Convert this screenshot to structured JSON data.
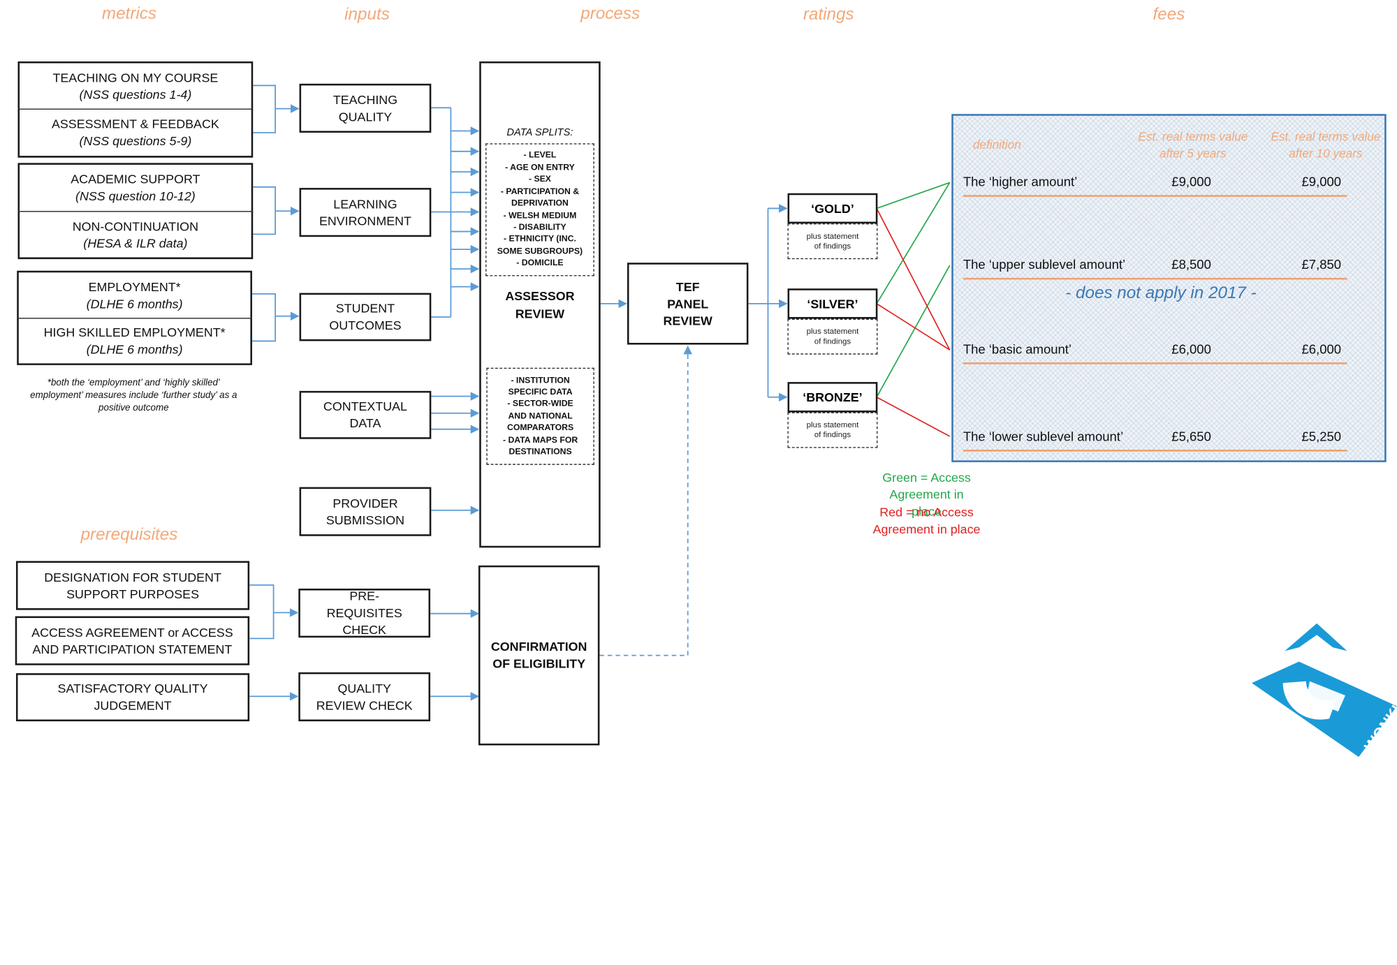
{
  "headers": {
    "metrics": "metrics",
    "inputs": "inputs",
    "process": "process",
    "ratings": "ratings",
    "fees": "fees",
    "prerequisites": "prerequisites"
  },
  "metrics": {
    "teaching": {
      "title": "TEACHING ON MY COURSE",
      "source": "(NSS questions 1-4)"
    },
    "assessment": {
      "title": "ASSESSMENT & FEEDBACK",
      "source": "(NSS questions 5-9)"
    },
    "academic": {
      "title": "ACADEMIC SUPPORT",
      "source": "(NSS question 10-12)"
    },
    "noncontinuation": {
      "title": "NON-CONTINUATION",
      "source": "(HESA & ILR data)"
    },
    "employment": {
      "title": "EMPLOYMENT*",
      "source": "(DLHE 6 months)"
    },
    "highskilled": {
      "title": "HIGH SKILLED EMPLOYMENT*",
      "source": "(DLHE 6 months)"
    },
    "note": "*both the ‘employment’ and ‘highly skilled’ employment’ measures include ‘further study’ as a positive outcome"
  },
  "prereq_boxes": {
    "designation": "DESIGNATION FOR STUDENT SUPPORT PURPOSES",
    "access": "ACCESS AGREEMENT or ACCESS AND PARTICIPATION STATEMENT",
    "quality": "SATISFACTORY QUALITY JUDGEMENT"
  },
  "inputs": {
    "teaching_quality": "TEACHING QUALITY",
    "learning_env": "LEARNING ENVIRONMENT",
    "student_outcomes": "STUDENT OUTCOMES",
    "contextual": "CONTEXTUAL DATA",
    "provider": "PROVIDER SUBMISSION",
    "prereq_check": "PRE-REQUISITES CHECK",
    "quality_check": "QUALITY REVIEW CHECK"
  },
  "process": {
    "data_splits_label": "DATA SPLITS:",
    "data_splits": [
      "- LEVEL",
      "- AGE ON ENTRY",
      "- SEX",
      "- PARTICIPATION &",
      "DEPRIVATION",
      "- WELSH MEDIUM",
      "- DISABILITY",
      "- ETHNICITY (INC.",
      "SOME SUBGROUPS)",
      "- DOMICILE"
    ],
    "assessor_review": "ASSESSOR REVIEW",
    "context_items": [
      "- INSTITUTION",
      "SPECIFIC DATA",
      "- SECTOR-WIDE",
      "AND NATIONAL",
      "COMPARATORS",
      "- DATA MAPS FOR",
      "DESTINATIONS"
    ],
    "confirmation": "CONFIRMATION OF ELIGIBILITY",
    "tef_panel": "TEF PANEL REVIEW"
  },
  "ratings": {
    "gold": "‘GOLD’",
    "silver": "‘SILVER’",
    "bronze": "‘BRONZE’",
    "findings": "plus statement of findings"
  },
  "legend": {
    "green": "Green = Access Agreement in place",
    "red": "Red = no Access Agreement in place",
    "green_color": "#22a64a",
    "red_color": "#e02020"
  },
  "fees": {
    "col_definition": "definition",
    "col_5": "Est. real terms value after 5 years",
    "col_10": "Est. real terms value after 10 years",
    "rows": [
      {
        "label": "The ‘higher amount’",
        "v5": "£9,000",
        "v10": "£9,000"
      },
      {
        "label": "The ‘upper sublevel amount’",
        "v5": "£8,500",
        "v10": "£7,850"
      },
      {
        "label": "The ‘basic amount’",
        "v5": "£6,000",
        "v10": "£6,000"
      },
      {
        "label": "The ‘lower sublevel amount’",
        "v5": "£5,650",
        "v10": "£5,250"
      }
    ],
    "not_apply": "- does not apply in 2017 -"
  },
  "logo": {
    "text": "WONKHE",
    "color": "#1a9bd7"
  },
  "colors": {
    "arrow": "#5b9bd5",
    "header": "#f2a97a",
    "box_border": "#3c78b4",
    "fee_line": "#f0a070"
  }
}
